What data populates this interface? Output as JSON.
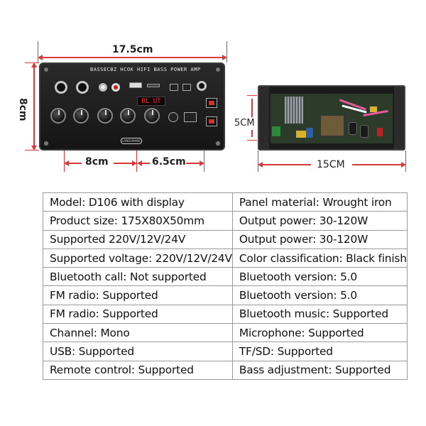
{
  "dimensions": {
    "width": "17.5cm",
    "height": "8cm",
    "left_section": "8cm",
    "right_section": "6.5cm",
    "depth": "5CM",
    "side_length": "15CM"
  },
  "panel": {
    "header": "BASSECBZ HCOK  HIFI   BASS POWER AMP",
    "display_text": "BL UT",
    "brand": "LANDUMANE"
  },
  "specs": [
    [
      "Model: D106 with display",
      "Panel material: Wrought iron"
    ],
    [
      "Product size: 175X80X50mm",
      "Output power: 30-120W"
    ],
    [
      "Supported 220V/12V/24V",
      "Output power: 30-120W"
    ],
    [
      "Supported voltage: 220V/12V/24V",
      "Color classification: Black finish"
    ],
    [
      "Bluetooth call: Not supported",
      "Bluetooth version: 5.0"
    ],
    [
      "FM radio: Supported",
      "Bluetooth version: 5.0"
    ],
    [
      "FM radio: Supported",
      "Bluetooth music: Supported"
    ],
    [
      "Channel: Mono",
      "Microphone: Supported"
    ],
    [
      "USB: Supported",
      "TF/SD: Supported"
    ],
    [
      "Remote control: Supported",
      "Bass adjustment: Supported"
    ]
  ],
  "colors": {
    "dimension_line": "#d63a3a",
    "panel": "#1e1e1e",
    "table_border": "#9a9a9a"
  }
}
